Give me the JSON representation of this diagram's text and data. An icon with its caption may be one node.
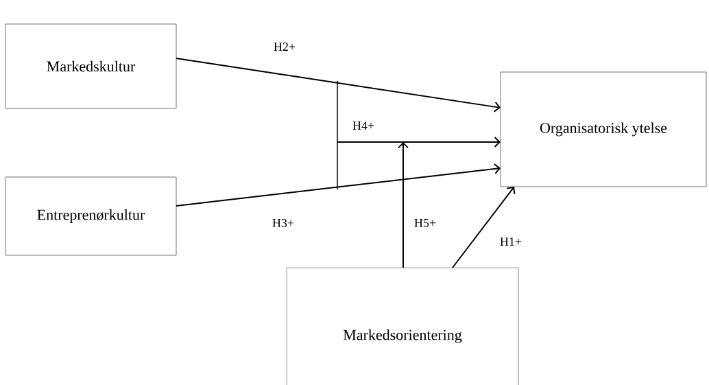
{
  "diagram": {
    "nodes": [
      {
        "text": [
          "Markedskultur"
        ]
      },
      {
        "text": [
          "Entreprenørkultur"
        ]
      },
      {
        "text": [
          "Organisatorisk ytelse"
        ]
      },
      {
        "text": [
          "Markedsorientering"
        ]
      }
    ],
    "edges": [
      {
        "from": 0,
        "to": 2,
        "arrow": "to",
        "label": "H2+"
      },
      {
        "from": 1,
        "to": 2,
        "arrow": "to",
        "label": "H3+"
      },
      {
        "from": null,
        "to": 2,
        "arrow": "to",
        "label": "H4+"
      },
      {
        "from": 3,
        "to": null,
        "arrow": "to",
        "label": "H5+"
      },
      {
        "from": 3,
        "to": 2,
        "arrow": "to",
        "label": "H1+"
      }
    ]
  }
}
